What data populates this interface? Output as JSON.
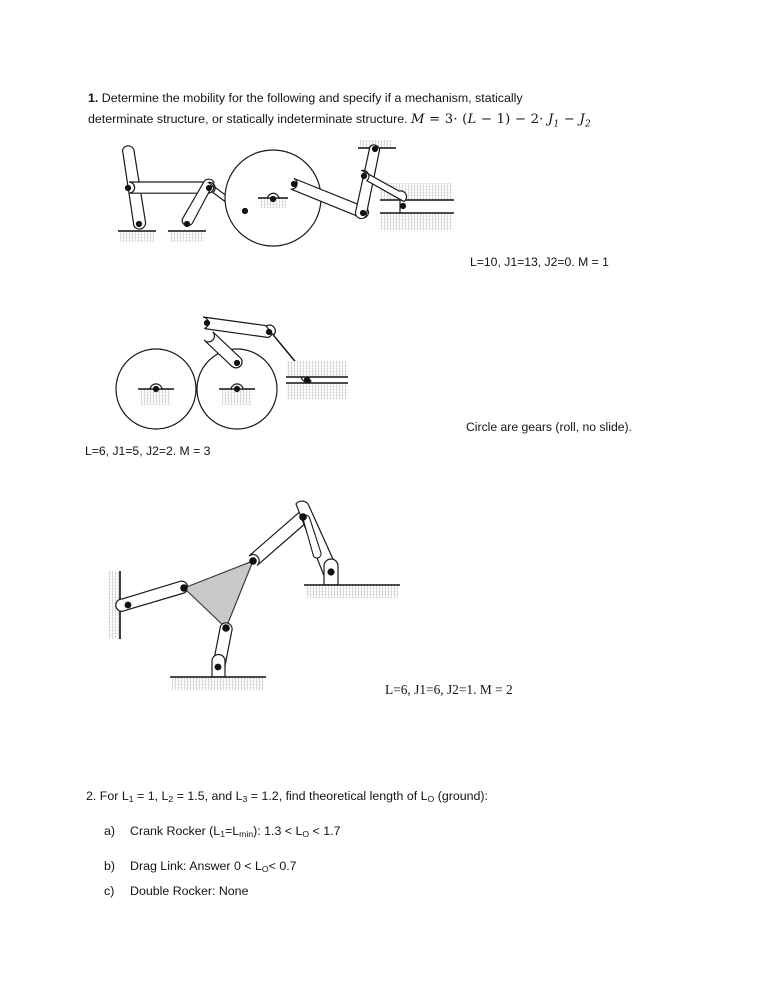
{
  "document": {
    "problem1": {
      "number": "1.",
      "text_line1": "Determine the mobility for the following and specify if a mechanism, statically",
      "text_line2": "determinate structure, or statically indeterminate structure.",
      "formula": "M = 3 · (L − 1) − 2 · J1 − J2",
      "formula_parts": {
        "lhs": "M",
        "eq": "=",
        "three": "3",
        "dot1": "·",
        "lparen": "(",
        "L": "L",
        "minus1": "−",
        "one": "1",
        "rparen": ")",
        "minus2": "−",
        "two": "2",
        "dot2": "·",
        "J1": "J",
        "sub1": "1",
        "minus3": "−",
        "J2": "J",
        "sub2": "2"
      }
    },
    "figure1_caption": "L=10, J1=13, J2=0.  M = 1",
    "figure2_caption": "L=6, J1=5, J2=2.  M = 3",
    "figure2_note": "Circle are gears (roll, no slide).",
    "figure3_caption": "L=6, J1=6, J2=1.  M = 2",
    "problem2": {
      "number": "2.",
      "prefix": "For",
      "L1_label": "L",
      "L1_sub": "1",
      "L1_value": "= 1,",
      "L2_label": "L",
      "L2_sub": "2",
      "L2_value": "= 1.5, and",
      "L3_label": "L",
      "L3_sub": "3",
      "L3_value": "= 1.2, find theoretical length of",
      "L0_label": "L",
      "L0_sub": "O",
      "suffix": "(ground):",
      "answers": [
        {
          "marker": "a)",
          "text_before": "Crank Rocker (L",
          "sub_a": "1",
          "text_mid": "=L",
          "sub_b": "min",
          "text_after": "):  1.3 < L",
          "sub_c": "O",
          "text_end": " < 1.7"
        },
        {
          "marker": "b)",
          "text_before": "Drag Link: Answer  0 < L",
          "sub_a": "O",
          "text_after": "< 0.7"
        },
        {
          "marker": "c)",
          "text_before": "Double Rocker: None"
        }
      ]
    },
    "colors": {
      "ink": "#141414",
      "link_outline": "#1a1a1a",
      "link_fill": "#ffffff",
      "ternary_link_fill": "#c9c9c9",
      "hatch": "#d2d2d2",
      "joint": "#111111",
      "page_background": "#ffffff"
    }
  }
}
